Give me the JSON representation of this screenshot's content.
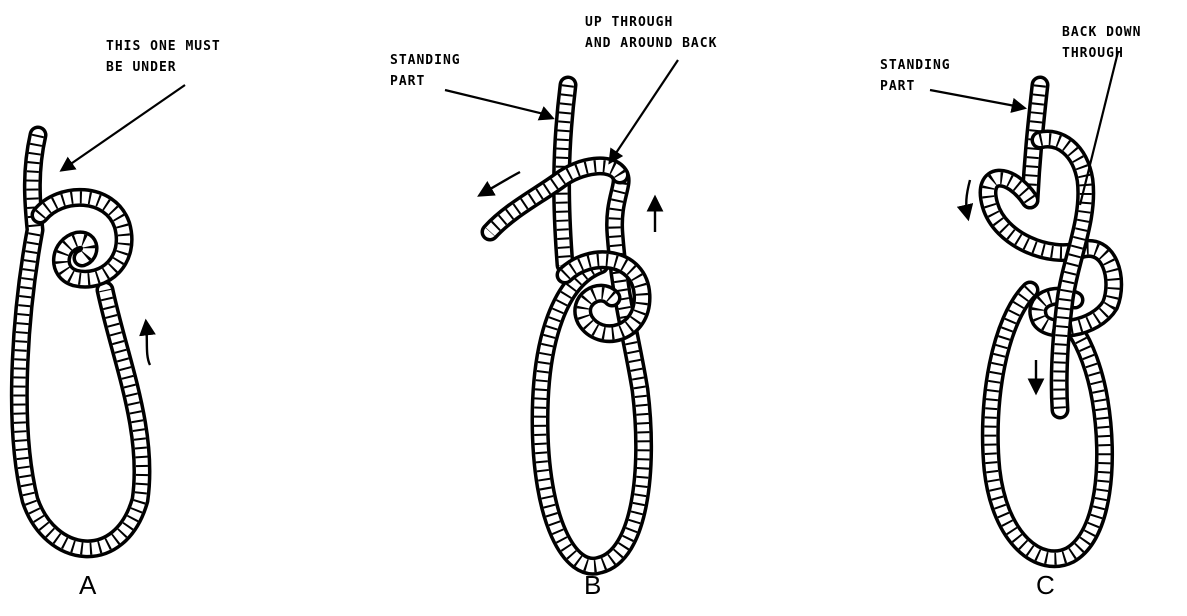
{
  "panels": [
    {
      "letter": "A",
      "callouts": [
        {
          "text": "THIS ONE MUST\nBE UNDER"
        }
      ]
    },
    {
      "letter": "B",
      "callouts": [
        {
          "text": "STANDING\nPART"
        },
        {
          "text": "UP THROUGH\nAND AROUND BACK"
        }
      ]
    },
    {
      "letter": "C",
      "callouts": [
        {
          "text": "STANDING\nPART"
        },
        {
          "text": "BACK DOWN\nTHROUGH"
        }
      ]
    }
  ],
  "colors": {
    "ink": "#000000",
    "paper": "#ffffff"
  },
  "icons": [
    "rope-icon",
    "direction-arrow-icon"
  ]
}
